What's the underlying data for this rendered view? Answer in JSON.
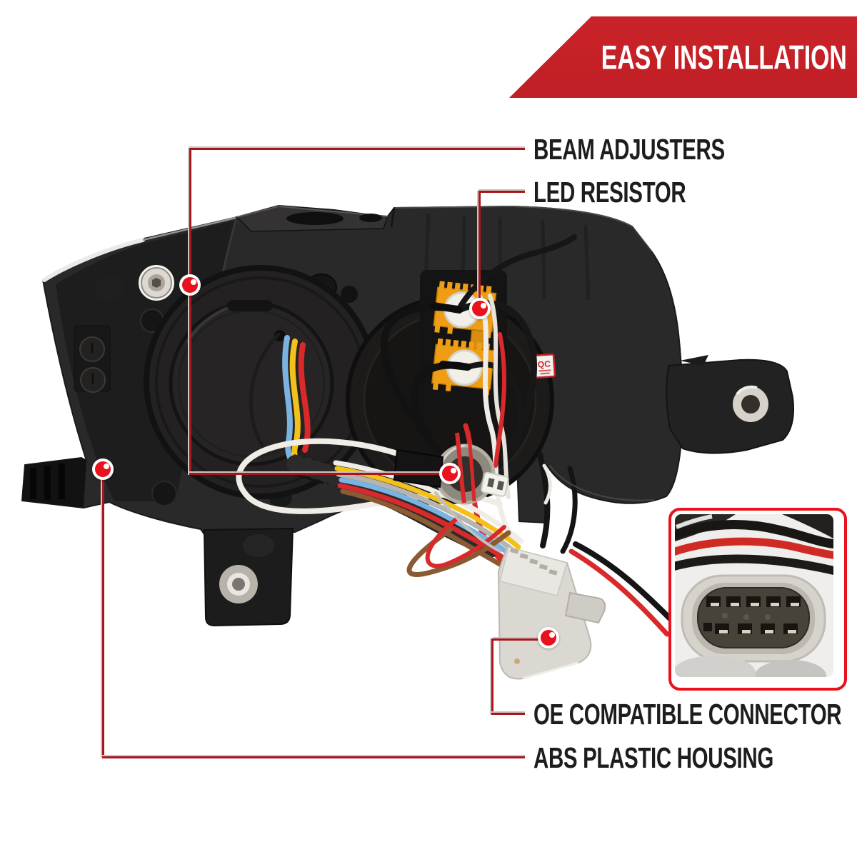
{
  "banner": {
    "label": "EASY INSTALLATION",
    "bg_color": "#c42127",
    "text_color": "#ffffff"
  },
  "callouts": [
    {
      "id": "beam-adjusters",
      "label": "BEAM ADJUSTERS"
    },
    {
      "id": "led-resistor",
      "label": "LED RESISTOR"
    },
    {
      "id": "oe-compatible-connector",
      "label": "OE COMPATIBLE CONNECTOR"
    },
    {
      "id": "abs-plastic-housing",
      "label": "ABS PLASTIC HOUSING"
    }
  ],
  "stickers": {
    "qc_label": "QC"
  },
  "colors": {
    "leader_line_red": "#a8161b",
    "marker_dot_red": "#e8111c",
    "label_text": "#1d1d1d",
    "resistor_gold": "#ef9d15",
    "housing_black": "#2a2929",
    "connector_gray": "#d9d6d0"
  }
}
